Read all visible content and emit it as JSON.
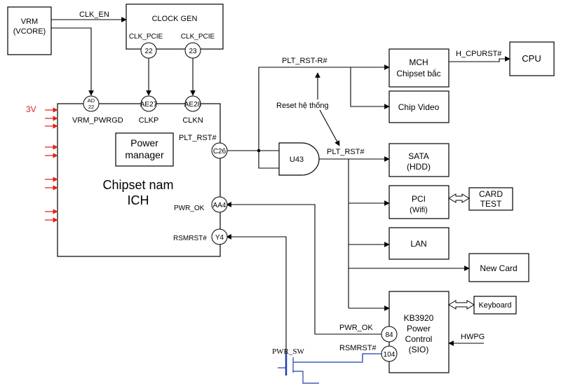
{
  "colors": {
    "supply_label": "#e02020",
    "switch_wiring": "#1f3fb0",
    "lines": "#000000"
  },
  "labels": {
    "vrm": [
      "VRM",
      "(VCORE)"
    ],
    "clock_gen": "CLOCK GEN",
    "clk_en": "CLK_EN",
    "clk_pcie_1": "CLK_PCIE",
    "clk_pcie_2": "CLK_PCIE",
    "pin_22": "22",
    "pin_23": "23",
    "pin_ad22": [
      "AD",
      "22"
    ],
    "pin_ae27": "AE27",
    "pin_ae28": "AE28",
    "vrm_pwrgd": "VRM_PWRGD",
    "clkp": "CLKP",
    "clkn": "CLKN",
    "supply_3v": "3V",
    "power_manager": [
      "Power",
      "manager"
    ],
    "plt_rst_ich": "PLT_RST#",
    "pin_c26": "C26",
    "chipset_nam": [
      "Chipset nam",
      "ICH"
    ],
    "pwr_ok_ich": "PWR_OK",
    "pin_aa4": "AA4",
    "rsmrst_ich": "RSMRST#",
    "pin_y4": "Y4",
    "plt_rst_r": "PLT_RST-R#",
    "reset_he_thong": "Reset hệ thống",
    "u43": "U43",
    "plt_rst_u43": "PLT_RST#",
    "mch": [
      "MCH",
      "Chipset bắc"
    ],
    "h_cpurst": "H_CPURST#",
    "cpu": "CPU",
    "chip_video": "Chip Video",
    "sata": [
      "SATA",
      "(HDD)"
    ],
    "pci": [
      "PCI",
      "(Wifi)"
    ],
    "card_test": [
      "CARD",
      "TEST"
    ],
    "lan": "LAN",
    "new_card": "New Card",
    "kb3920": [
      "KB3920",
      "Power",
      "Control",
      "(SIO)"
    ],
    "keyboard": "Keyboard",
    "hwpg": "HWPG",
    "pwr_ok_kb": "PWR_OK",
    "pin_84": "84",
    "rsmrst_kb": "RSMRST#",
    "pin_104": "104",
    "pwr_sw": "PWR_SW"
  }
}
